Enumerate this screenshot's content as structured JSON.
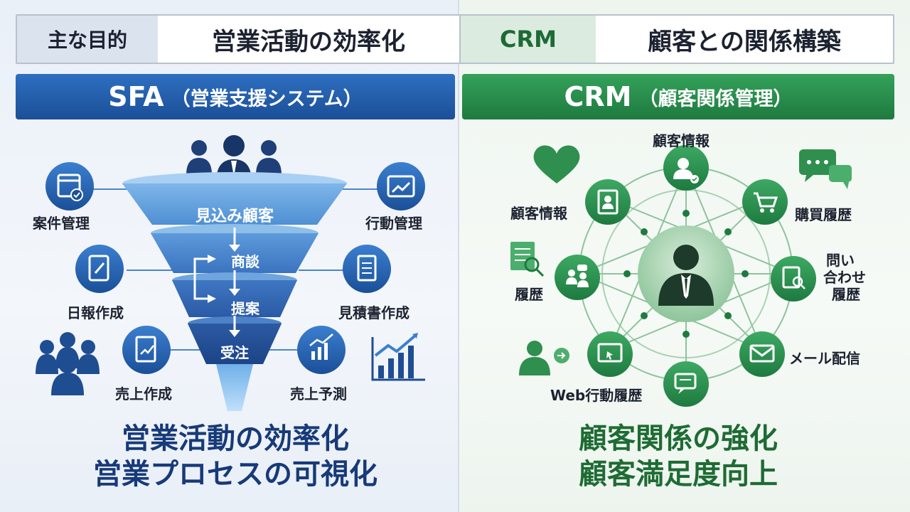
{
  "topbar": {
    "label_left": "主な目的",
    "purpose_left": "営業活動の効率化",
    "label_right": "CRM",
    "purpose_right": "顧客との関係構築"
  },
  "sfa": {
    "title": "SFA",
    "subtitle": "（営業支援システム）",
    "funnel_stages": [
      "見込み顧客",
      "商談",
      "提案",
      "受注"
    ],
    "features": {
      "case_mgmt": "案件管理",
      "activity_mgmt": "行動管理",
      "daily_report": "日報作成",
      "estimate": "見積書作成",
      "sales_create": "売上作成",
      "sales_forecast": "売上予測"
    },
    "bottom_line1": "営業活動の効率化",
    "bottom_line2": "営業プロセスの可視化"
  },
  "crm": {
    "title": "CRM",
    "subtitle": "（顧客関係管理）",
    "nodes": {
      "customer_info_top": "顧客情報",
      "customer_info_left": "顧客情報",
      "purchase_history": "購買履歴",
      "inquiry_1": "問い",
      "inquiry_2": "合わせ",
      "inquiry_3": "履歴",
      "history": "履歴",
      "mail": "メール配信",
      "web_history": "Web行動履歴"
    },
    "bottom_line1": "顧客関係の強化",
    "bottom_line2": "顧客満足度向上"
  },
  "colors": {
    "blue_dark": "#1b4f98",
    "blue_light": "#5aa0de",
    "green_dark": "#1e7a3f",
    "green_light": "#4cae6c"
  }
}
